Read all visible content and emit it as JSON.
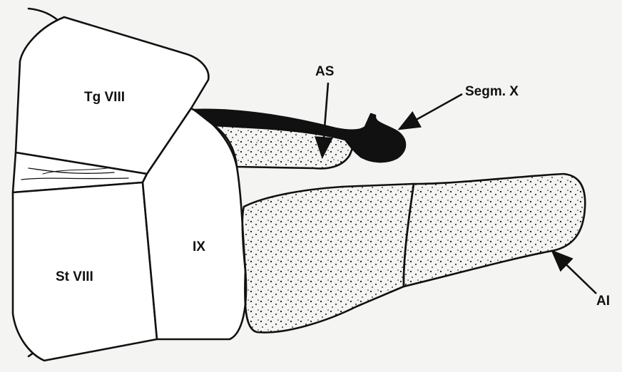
{
  "labels": {
    "tg": "Tg VIII",
    "st": "St VIII",
    "ix": "IX",
    "as": "AS",
    "segm": "Segm. X",
    "ai": "AI"
  },
  "colors": {
    "ink": "#111111",
    "paper": "#f4f4f2",
    "fill": "#ffffff"
  }
}
